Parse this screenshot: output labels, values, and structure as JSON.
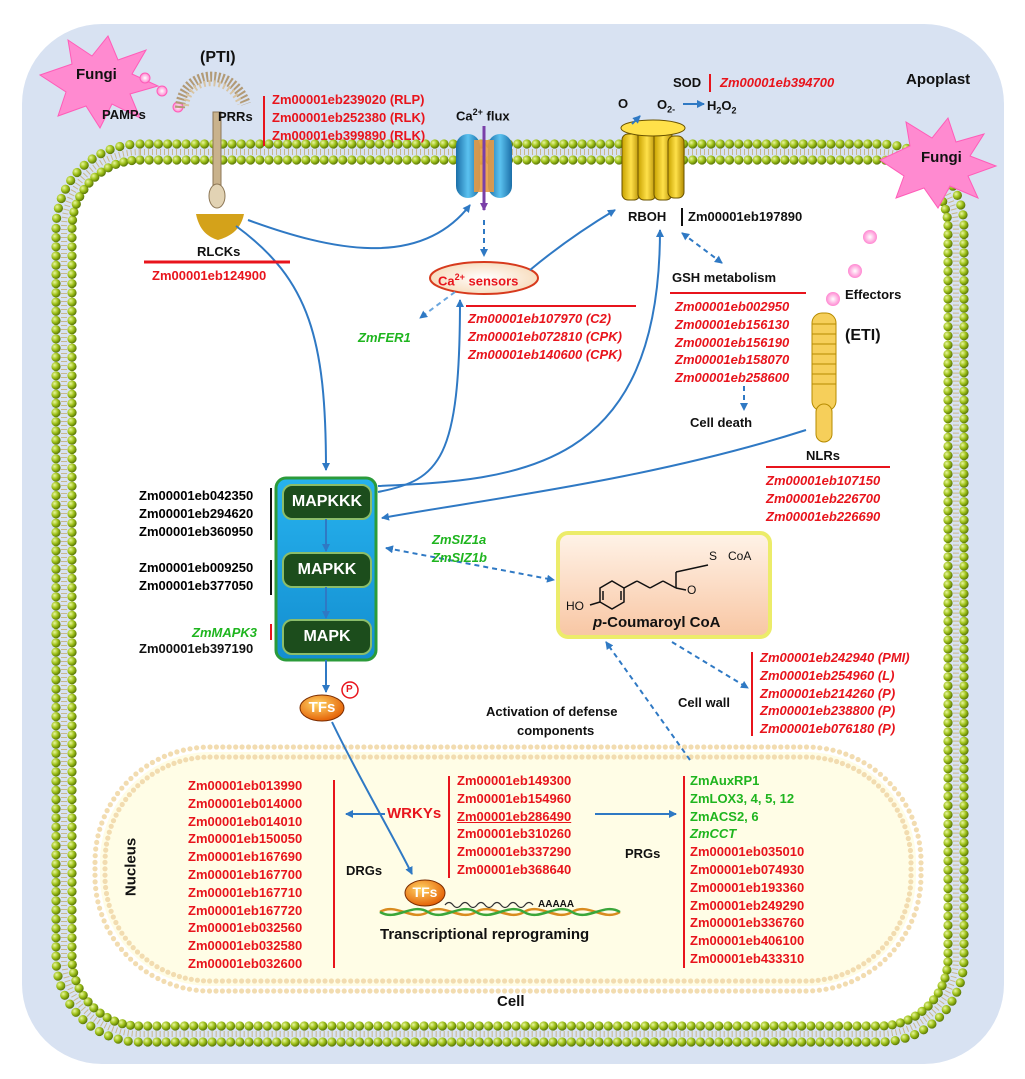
{
  "colors": {
    "apoplast_bg": "#d8e2f2",
    "cell_bg": "#ffffff",
    "bead_fill": "#9fc21a",
    "red_text": "#e8141c",
    "green_text": "#1fb51f",
    "arrow_blue": "#2f79c4",
    "mapk_panel": "#1ea9e8",
    "mapk_box": "#1c4d1c",
    "nucleus_bg": "#fffde6"
  },
  "labels": {
    "pti": "(PTI)",
    "eti": "(ETI)",
    "fungi_left": "Fungi",
    "fungi_right": "Fungi",
    "pamps": "PAMPs",
    "prrs": "PRRs",
    "ca_flux_a": "Ca",
    "ca_flux_sup": "2+",
    "ca_flux_b": " flux",
    "sod": "SOD",
    "o_label": "O",
    "o2_label": "O",
    "o2_sub": "2-",
    "h2o2_a": "H",
    "h2o2_sub1": "2",
    "h2o2_b": "O",
    "h2o2_sub2": "2",
    "apoplast": "Apoplast",
    "rboh": "RBOH",
    "rlcks": "RLCKs",
    "ca_sensors_a": "Ca",
    "ca_sensors_sup": "2+",
    "ca_sensors_b": " sensors",
    "gsh_metabolism": "GSH metabolism",
    "effectors": "Effectors",
    "cell_death": "Cell death",
    "nlrs": "NLRs",
    "mapkkk": "MAPKKK",
    "mapkk": "MAPKK",
    "mapk": "MAPK",
    "tfs_top": "TFs",
    "tfs_bottom": "TFs",
    "phospho": "P",
    "p_coumaroyl_a": "p",
    "p_coumaroyl_b": "-Coumaroyl CoA",
    "coa_label": "S",
    "coa_label2": "CoA",
    "ho_label": "HO",
    "o_ketone": "O",
    "cell_wall": "Cell wall",
    "activation_line1": "Activation of defense",
    "activation_line2": "components",
    "nucleus": "Nucleus",
    "wrkys": "WRKYs",
    "drgs": "DRGs",
    "prgs": "PRGs",
    "aaaaa": "AAAAA",
    "transcriptional_reprograming": "Transcriptional reprograming",
    "cell": "Cell"
  },
  "genes": {
    "sod_gene": "Zm00001eb394700",
    "rboh_gene": "Zm00001eb197890",
    "prrs": [
      "Zm00001eb239020 (RLP)",
      "Zm00001eb252380 (RLK)",
      "Zm00001eb399890 (RLK)"
    ],
    "rlcks_gene": "Zm00001eb124900",
    "ca_sensors": [
      "Zm00001eb107970 (C2)",
      "Zm00001eb072810 (CPK)",
      "Zm00001eb140600 (CPK)"
    ],
    "zmfer1": "ZmFER1",
    "gsh": [
      "Zm00001eb002950",
      "Zm00001eb156130",
      "Zm00001eb156190",
      "Zm00001eb158070",
      "Zm00001eb258600"
    ],
    "nlrs": [
      "Zm00001eb107150",
      "Zm00001eb226700",
      "Zm00001eb226690"
    ],
    "mapkkk": [
      "Zm00001eb042350",
      "Zm00001eb294620",
      "Zm00001eb360950"
    ],
    "mapkk": [
      "Zm00001eb009250",
      "Zm00001eb377050"
    ],
    "zmmapk3": "ZmMAPK3",
    "mapk_gene": "Zm00001eb397190",
    "zmsiz": [
      "ZmSIZ1a",
      "ZmSIZ1b"
    ],
    "cell_wall": [
      "Zm00001eb242940 (PMI)",
      "Zm00001eb254960 (L)",
      "Zm00001eb214260 (P)",
      "Zm00001eb238800 (P)",
      "Zm00001eb076180 (P)"
    ],
    "drgs": [
      "Zm00001eb013990",
      "Zm00001eb014000",
      "Zm00001eb014010",
      "Zm00001eb150050",
      "Zm00001eb167690",
      "Zm00001eb167700",
      "Zm00001eb167710",
      "Zm00001eb167720",
      "Zm00001eb032560",
      "Zm00001eb032580",
      "Zm00001eb032600"
    ],
    "wrkys": [
      "Zm00001eb149300",
      "Zm00001eb154960",
      "Zm00001eb286490",
      "Zm00001eb310260",
      "Zm00001eb337290",
      "Zm00001eb368640"
    ],
    "prgs_green": [
      "ZmAuxRP1",
      "ZmLOX3, 4, 5, 12",
      "ZmACS2, 6",
      "ZmCCT"
    ],
    "prgs_red": [
      "Zm00001eb035010",
      "Zm00001eb074930",
      "Zm00001eb193360",
      "Zm00001eb249290",
      "Zm00001eb336760",
      "Zm00001eb406100",
      "Zm00001eb433310"
    ]
  }
}
